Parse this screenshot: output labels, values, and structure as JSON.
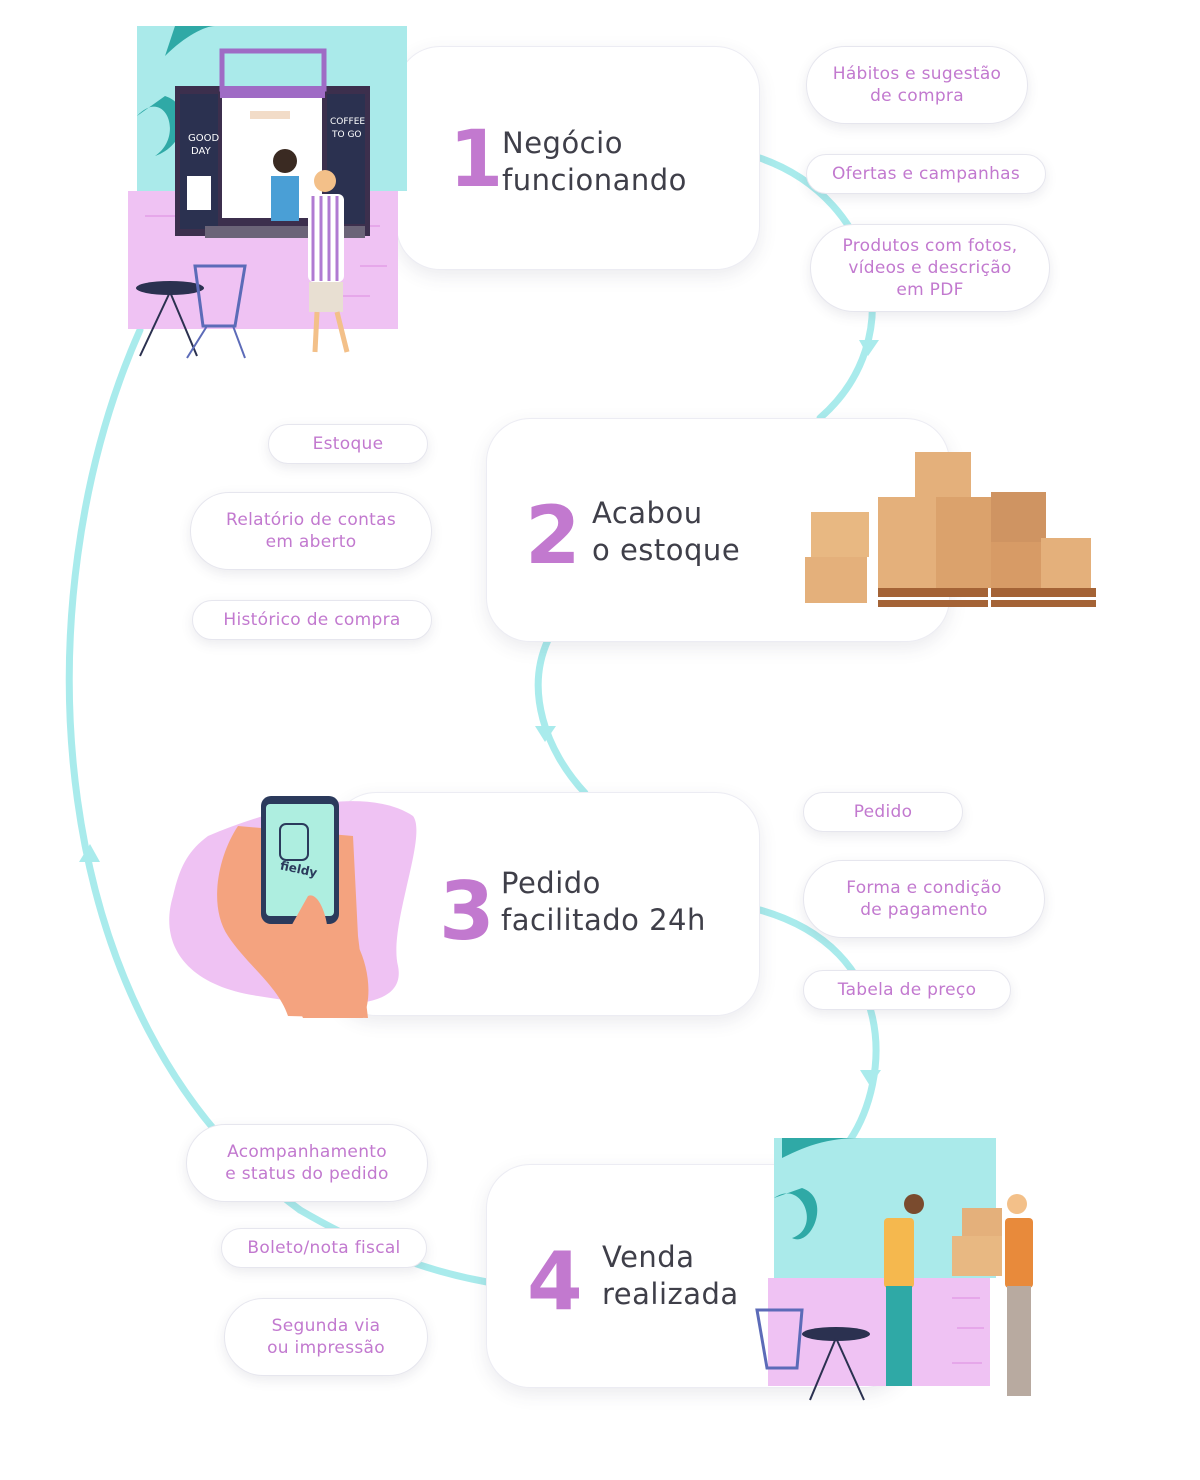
{
  "colors": {
    "accent": "#c279cf",
    "flow_line": "#a9ebec",
    "title_text": "#3f3f49",
    "pink": "#efc2f3",
    "teal": "#aaeaea",
    "box": "#e4b07b"
  },
  "steps": [
    {
      "number": "1",
      "title_lines": [
        "Negócio",
        "funcionando"
      ]
    },
    {
      "number": "2",
      "title_lines": [
        "Acabou",
        "o estoque"
      ]
    },
    {
      "number": "3",
      "title_lines": [
        "Pedido",
        "facilitado 24h"
      ]
    },
    {
      "number": "4",
      "title_lines": [
        "Venda",
        "realizada"
      ]
    }
  ],
  "pills": {
    "s1": [
      {
        "lines": [
          "Hábitos e sugestão",
          "de compra"
        ]
      },
      {
        "lines": [
          "Ofertas e campanhas"
        ]
      },
      {
        "lines": [
          "Produtos com fotos,",
          "vídeos e descrição",
          "em PDF"
        ]
      }
    ],
    "s2": [
      {
        "lines": [
          "Estoque"
        ]
      },
      {
        "lines": [
          "Relatório de contas",
          "em aberto"
        ]
      },
      {
        "lines": [
          "Histórico de compra"
        ]
      }
    ],
    "s3": [
      {
        "lines": [
          "Pedido"
        ]
      },
      {
        "lines": [
          "Forma e condição",
          "de pagamento"
        ]
      },
      {
        "lines": [
          "Tabela de preço"
        ]
      }
    ],
    "s4": [
      {
        "lines": [
          "Acompanhamento",
          "e status do pedido"
        ]
      },
      {
        "lines": [
          "Boleto/nota fiscal"
        ]
      },
      {
        "lines": [
          "Segunda via",
          "ou impressão"
        ]
      }
    ]
  },
  "illustrations": {
    "cafe": {
      "icon": "coffee-shop-illustration",
      "sign_left": [
        "GOOD",
        "DAY"
      ],
      "sign_right": [
        "COFFEE",
        "TO GO"
      ]
    },
    "boxes": {
      "icon": "stacked-boxes-illustration"
    },
    "phone": {
      "icon": "phone-in-hand-illustration",
      "app_name": "fieldy"
    },
    "delivery": {
      "icon": "delivery-handover-illustration"
    }
  }
}
